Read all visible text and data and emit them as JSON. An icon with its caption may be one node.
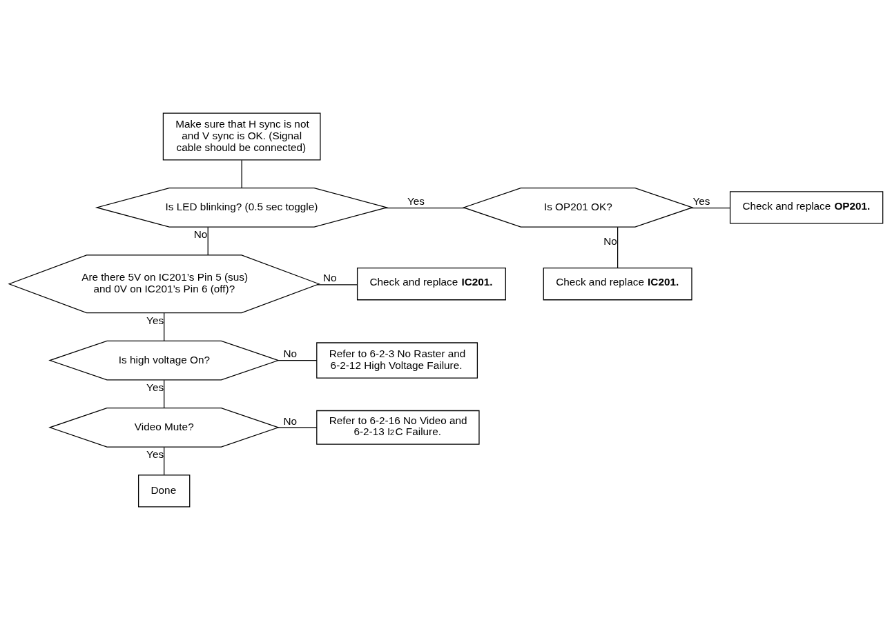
{
  "diagram": {
    "nodes": [
      {
        "text": [
          "Make sure that H sync is not and V sync is OK. (Signal cable should be connected)"
        ]
      },
      {
        "text": [
          "Is LED blinking? (0.5 sec toggle)"
        ]
      },
      {
        "text": [
          "Is OP201 OK?"
        ]
      },
      {
        "text": [
          "Check and replace **OP201.**"
        ]
      },
      {
        "text": [
          "Check and replace **IC201.**"
        ]
      },
      {
        "text": [
          "Are there 5V on IC201’s Pin 5 (sus) and 0V on IC201’s Pin 6 (off)?"
        ]
      },
      {
        "text": [
          "Check and replace **IC201.**"
        ]
      },
      {
        "text": [
          "Is high voltage On?"
        ]
      },
      {
        "text": [
          "Refer to 6-2-3 No Raster and 6-2-12 High Voltage Failure."
        ]
      },
      {
        "text": [
          "Video Mute?"
        ]
      },
      {
        "text": [
          "Refer to 6-2-16 No Video and 6-2-13 I$^{2}$C Failure."
        ]
      },
      {
        "text": [
          "Done"
        ]
      }
    ],
    "edges": [
      {
        "from": 0,
        "to": 1,
        "arrow": "none"
      },
      {
        "from": 1,
        "to": 2,
        "arrow": "none",
        "label": "Yes"
      },
      {
        "from": 2,
        "to": 3,
        "arrow": "none",
        "label": "Yes"
      },
      {
        "from": 2,
        "to": 4,
        "arrow": "none",
        "label": "No"
      },
      {
        "from": 1,
        "to": 5,
        "arrow": "none",
        "label": "No"
      },
      {
        "from": 5,
        "to": 6,
        "arrow": "none",
        "label": "No"
      },
      {
        "from": 5,
        "to": 7,
        "arrow": "none",
        "label": "Yes"
      },
      {
        "from": 7,
        "to": 8,
        "arrow": "none",
        "label": "No"
      },
      {
        "from": 7,
        "to": 9,
        "arrow": "none",
        "label": "Yes"
      },
      {
        "from": 9,
        "to": 10,
        "arrow": "none",
        "label": "No"
      },
      {
        "from": 9,
        "to": 11,
        "arrow": "none",
        "label": "Yes"
      }
    ]
  }
}
